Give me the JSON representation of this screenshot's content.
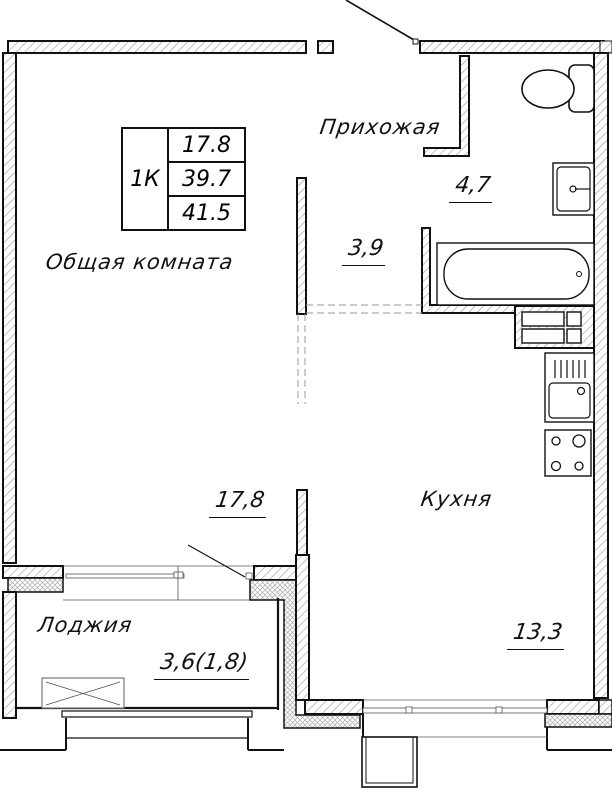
{
  "plan": {
    "apartment_type": "1К",
    "summary_values": [
      "17.8",
      "39.7",
      "41.5"
    ],
    "rooms": {
      "living": {
        "name": "Общая комната",
        "area": "17,8"
      },
      "hallway": {
        "name": "Прихожая",
        "area": "4,7"
      },
      "bathroom": {
        "area": "3,9"
      },
      "kitchen": {
        "name": "Кухня",
        "area": "13,3"
      },
      "loggia": {
        "name": "Лоджия",
        "area": "3,6(1,8)"
      }
    },
    "colors": {
      "line": "#111111",
      "hatch": "#9a9a9a",
      "background": "#ffffff"
    }
  }
}
